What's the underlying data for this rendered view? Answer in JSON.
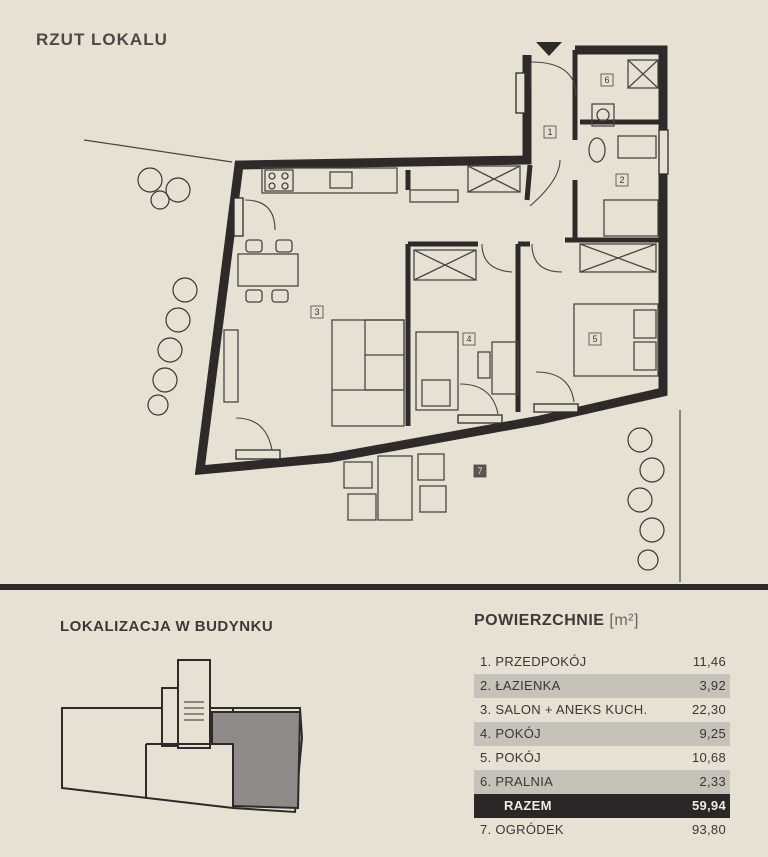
{
  "plan": {
    "title": "RZUT LOKALU",
    "room_labels": [
      "1",
      "2",
      "3",
      "4",
      "5",
      "6",
      "7"
    ]
  },
  "location": {
    "title": "LOKALIZACJA W BUDYNKU"
  },
  "areas": {
    "title": "POWIERZCHNIE",
    "unit": "[m²]",
    "rows": [
      {
        "label": "1. PRZEDPOKÓJ",
        "value": "11,46",
        "shaded": false
      },
      {
        "label": "2. ŁAZIENKA",
        "value": "3,92",
        "shaded": true
      },
      {
        "label": "3. SALON + ANEKS KUCH.",
        "value": "22,30",
        "shaded": false
      },
      {
        "label": "4. POKÓJ",
        "value": "9,25",
        "shaded": true
      },
      {
        "label": "5. POKÓJ",
        "value": "10,68",
        "shaded": false
      },
      {
        "label": "6. PRALNIA",
        "value": "2,33",
        "shaded": true
      }
    ],
    "total": {
      "label": "RAZEM",
      "value": "59,94"
    },
    "garden": {
      "label": "7. OGRÓDEK",
      "value": "93,80"
    }
  }
}
